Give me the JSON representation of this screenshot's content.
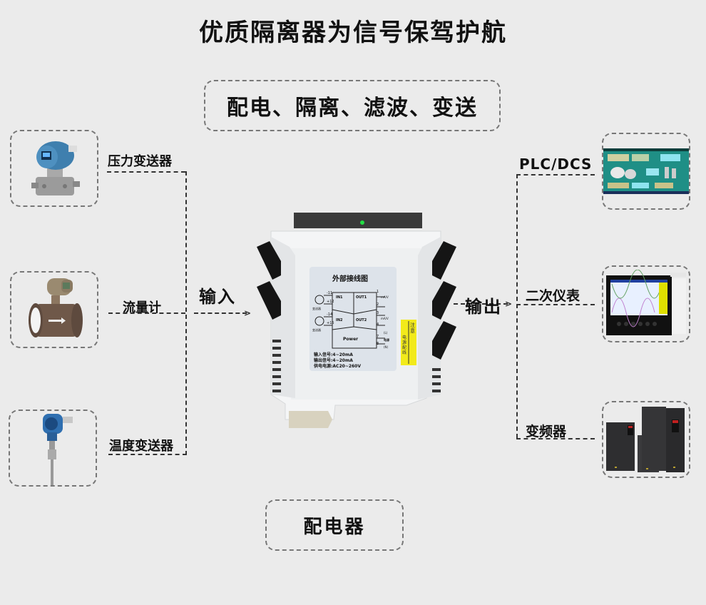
{
  "title": "优质隔离器为信号保驾护航",
  "functions": "配电、隔离、滤波、变送",
  "supplier_label": "配电器",
  "input": {
    "label": "输入",
    "devices": [
      {
        "label": "压力变送器",
        "icon": "pressure-transmitter-icon"
      },
      {
        "label": "流量计",
        "icon": "flowmeter-icon"
      },
      {
        "label": "温度变送器",
        "icon": "temperature-transmitter-icon"
      }
    ]
  },
  "output": {
    "label": "输出",
    "devices": [
      {
        "label": "PLC/DCS",
        "icon": "plc-dcs-screen-icon"
      },
      {
        "label": "二次仪表",
        "icon": "secondary-instrument-icon"
      },
      {
        "label": "变频器",
        "icon": "frequency-inverter-icon"
      }
    ]
  },
  "isolator": {
    "diagram_title": "外部接线图",
    "in_blocks": [
      "IN1",
      "IN2"
    ],
    "out_blocks": [
      "OUT1",
      "OUT2"
    ],
    "power_block": "Power",
    "terminals_left": [
      "-11",
      "+12",
      "-14",
      "+15"
    ],
    "terminals_right": [
      "1",
      "2",
      "3",
      "4",
      "7",
      "8"
    ],
    "out_unit": "mA/V",
    "sensor_label": "变送器",
    "power_terminal_label": "电源",
    "power_L": "(L)",
    "power_N": "(N)",
    "spec_input": "输入信号:4~20mA",
    "spec_output": "输出信号:4~20mA",
    "spec_power": "供电电源:AC20~260V",
    "warning_title": "注 意",
    "warning_text": "电源配线"
  },
  "colors": {
    "background": "#ebebeb",
    "device_body": "#f4f5f6",
    "label_bg": "#dde3ea",
    "warning_yellow": "#f2ea1a",
    "led_green": "#22dd44",
    "connector_black": "#151515"
  }
}
